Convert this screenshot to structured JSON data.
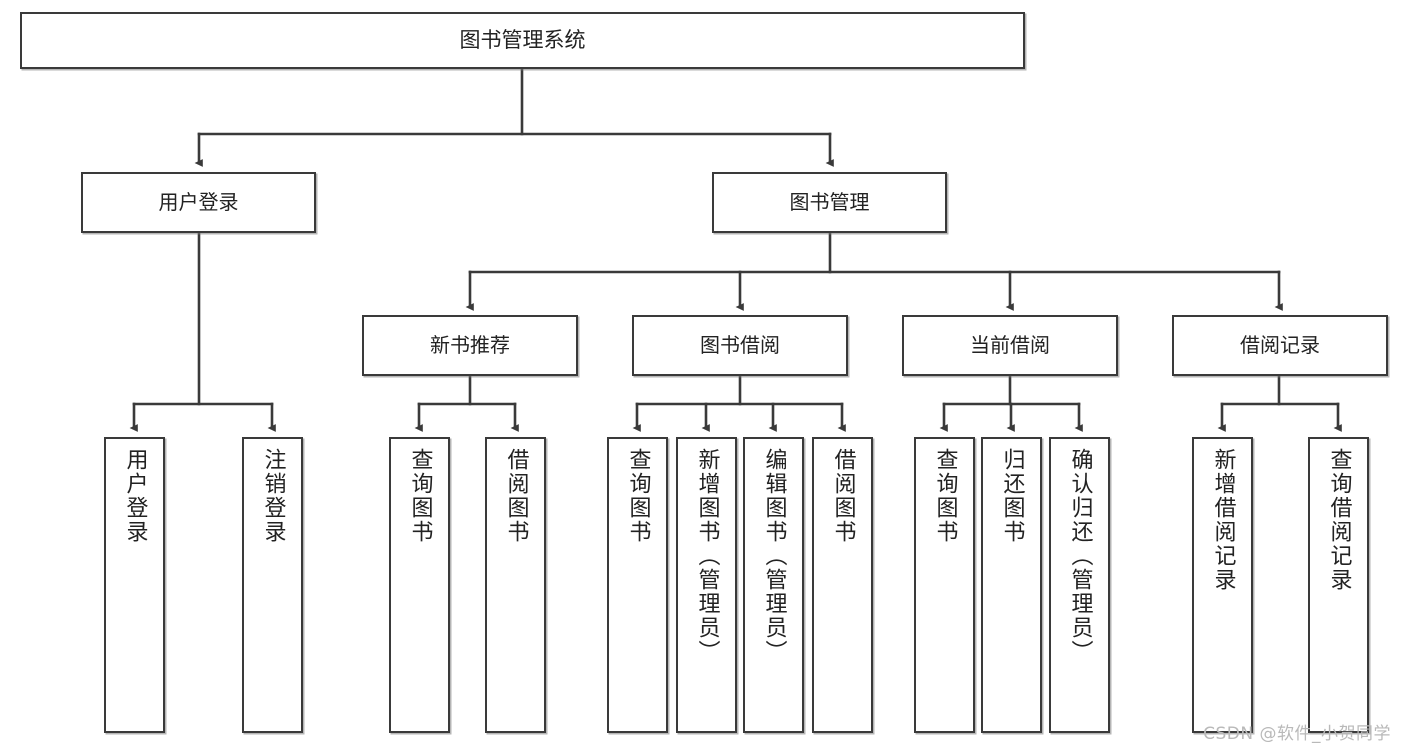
{
  "diagram": {
    "type": "tree",
    "title": "图书管理系统",
    "watermark": "CSDN @软件_小贺同学",
    "colors": {
      "box_border": "#3a3a3a",
      "box_fill": "#ffffff",
      "connector": "#3a3a3a",
      "text": "#222222",
      "watermark": "#b9b9b9"
    },
    "nodes": {
      "root": {
        "label": "图书管理系统"
      },
      "level2": [
        {
          "label": "用户登录"
        },
        {
          "label": "图书管理"
        }
      ],
      "level3": [
        {
          "label": "新书推荐"
        },
        {
          "label": "图书借阅"
        },
        {
          "label": "当前借阅"
        },
        {
          "label": "借阅记录"
        }
      ],
      "leaves": {
        "user_login": [
          {
            "label": "用户登录"
          },
          {
            "label": "注销登录"
          }
        ],
        "new_book_recommend": [
          {
            "label": "查询图书"
          },
          {
            "label": "借阅图书"
          }
        ],
        "book_borrow": [
          {
            "label": "查询图书"
          },
          {
            "label": "新增图书（管理员）"
          },
          {
            "label": "编辑图书（管理员）"
          },
          {
            "label": "借阅图书"
          }
        ],
        "current_borrow": [
          {
            "label": "查询图书"
          },
          {
            "label": "归还图书"
          },
          {
            "label": "确认归还（管理员）"
          }
        ],
        "borrow_record": [
          {
            "label": "新增借阅记录"
          },
          {
            "label": "查询借阅记录"
          }
        ]
      }
    }
  }
}
